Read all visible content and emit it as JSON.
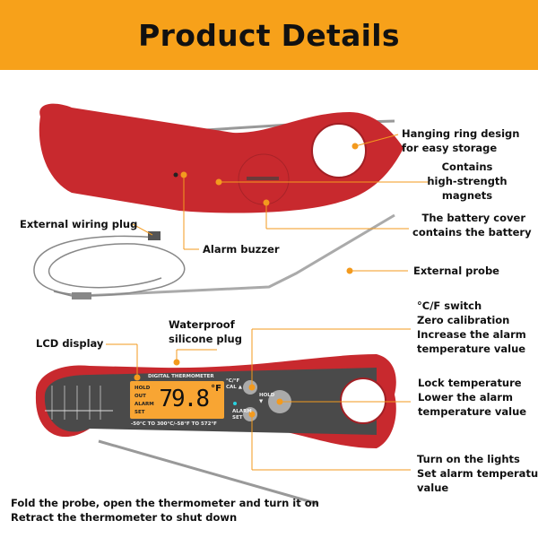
{
  "header": {
    "title": "Product Details"
  },
  "labels": {
    "hanging_ring": [
      "Hanging ring design",
      "for easy storage"
    ],
    "magnets": [
      "Contains",
      "high-strength",
      "magnets"
    ],
    "battery": [
      "The battery cover",
      "contains  the battery"
    ],
    "wiring_plug": "External wiring plug",
    "alarm_buzzer": "Alarm buzzer",
    "external_probe": "External probe",
    "waterproof": [
      "Waterproof",
      "silicone plug"
    ],
    "lcd_display": "LCD display",
    "switch": [
      "°C/F switch",
      "Zero calibration",
      "Increase the alarm",
      "temperature  value"
    ],
    "lock": [
      "Lock temperature",
      "Lower the alarm",
      "temperature  value"
    ],
    "lights": [
      "Turn on the lights",
      "Set alarm temperature",
      "value"
    ],
    "fold": [
      "Fold the probe, open the thermometer and turn it on",
      "Retract the thermometer to shut down"
    ]
  },
  "device": {
    "screen_title": "DIGITAL THERMOMETER",
    "modes": [
      "HOLD",
      "OUT",
      "ALARM",
      "SET"
    ],
    "reading": "79.8",
    "unit": "°F",
    "range": "-50°C TO 300°C/-58°F TO 572°F",
    "btn_cf": "°C/°F CAL ▲",
    "btn_hold": "HOLD ▼",
    "btn_alarm": "ALARM SET"
  },
  "colors": {
    "banner": "#F7A11A",
    "body": "#C8292E",
    "accent": "#F39A1E",
    "lcd": "#F8A533"
  }
}
